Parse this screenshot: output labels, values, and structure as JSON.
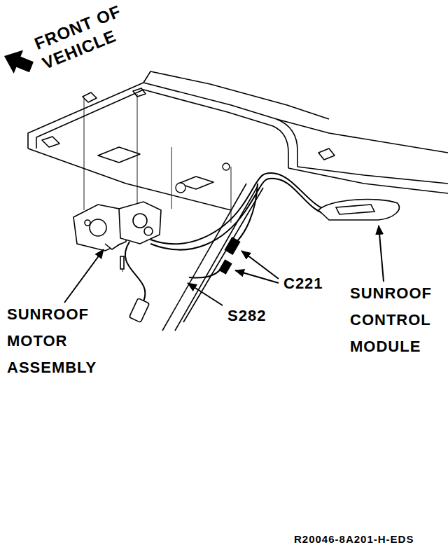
{
  "diagram": {
    "labels": [
      "FRONT OF VEHICLE",
      "SUNROOF MOTOR ASSEMBLY",
      "C221",
      "S282",
      "SUNROOF CONTROL MODULE",
      "R20046-8A201-H-EDS"
    ]
  }
}
